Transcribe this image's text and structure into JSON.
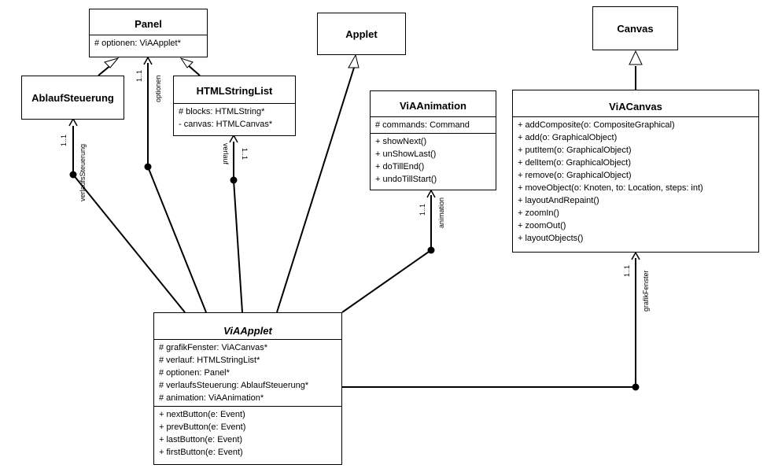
{
  "classes": {
    "panel": {
      "name": "Panel",
      "attributes": [
        "# optionen: ViAApplet*"
      ]
    },
    "applet": {
      "name": "Applet"
    },
    "canvas": {
      "name": "Canvas"
    },
    "ablauf": {
      "name": "AblaufSteuerung"
    },
    "htmlstringlist": {
      "name": "HTMLStringList",
      "attributes": [
        "# blocks: HTMLString*",
        "- canvas: HTMLCanvas*"
      ]
    },
    "viaanimation": {
      "name": "ViAAnimation",
      "attributes": [
        "# commands: Command"
      ],
      "methods": [
        "+ showNext()",
        "+ unShowLast()",
        "+ doTillEnd()",
        "+ undoTillStart()"
      ]
    },
    "viacanvas": {
      "name": "ViACanvas",
      "methods": [
        "+ addComposite(o: CompositeGraphical)",
        "+ add(o: GraphicalObject)",
        "+ putItem(o: GraphicalObject)",
        "+ delItem(o: GraphicalObject)",
        "+ remove(o: GraphicalObject)",
        "+ moveObject(o: Knoten, to: Location, steps: int)",
        "+ layoutAndRepaint()",
        "+ zoomIn()",
        "+ zoomOut()",
        "+ layoutObjects()"
      ]
    },
    "viaapplet": {
      "name": "ViAApplet",
      "attributes": [
        "# grafikFenster: ViACanvas*",
        "# verlauf: HTMLStringList*",
        "# optionen: Panel*",
        "# verlaufsSteuerung: AblaufSteuerung*",
        "# animation: ViAAnimation*"
      ],
      "methods": [
        "+ nextButton(e: Event)",
        "+ prevButton(e: Event)",
        "+ lastButton(e: Event)",
        "+ firstButton(e: Event)"
      ]
    }
  },
  "associations": {
    "optionen": {
      "role": "optionen",
      "multiplicity": "1..1"
    },
    "verlaufsSteuerung": {
      "role": "verlaufsSteuerung",
      "multiplicity": "1..1"
    },
    "verlauf": {
      "role": "verlauf",
      "multiplicity": "1..1"
    },
    "animation": {
      "role": "animation",
      "multiplicity": "1..1"
    },
    "grafikFenster": {
      "role": "grafikFenster",
      "multiplicity": "1..1"
    }
  }
}
